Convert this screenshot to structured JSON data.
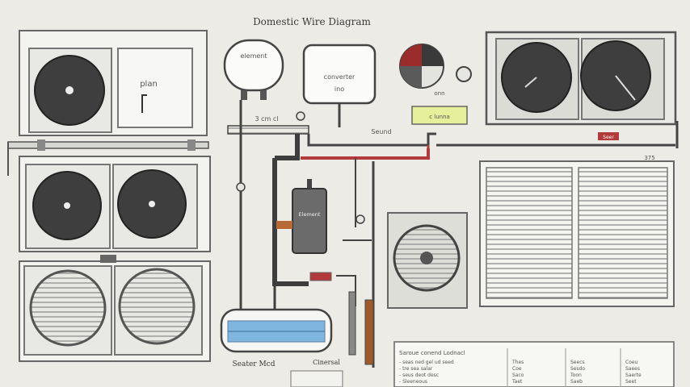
{
  "title": "Domestic Wire Diagram",
  "labels": {
    "round_tank": "element",
    "main_tank": "converter",
    "main_tank_sub": "ino",
    "left_panel": "plan",
    "heat_exchanger": "Element",
    "controller": "c lunna",
    "pipe_tag": "3 cm cl",
    "water_tank_caption": "Seater Mcd",
    "bottom_caption": "Cinersal",
    "branch": "Seund",
    "small_tag": "onn",
    "red_tag": "Seer",
    "top_right_code": "375"
  },
  "table": {
    "header": "Saroue conend Lodnacl",
    "rows": [
      [
        "- seas ned gel ud seed",
        "Thes",
        "Seecs",
        "Coeu"
      ],
      [
        "- tre sea salar",
        "Coe",
        "Sesdo",
        "Saees"
      ],
      [
        "- seus deot desc",
        "Saco",
        "Toon",
        "Saerte"
      ],
      [
        "- Sleeneous",
        "Taet",
        "Saeb",
        "Seet"
      ]
    ]
  },
  "colors": {
    "pipe_dark": "#3d3d3d",
    "pipe_red": "#b23a3a",
    "water_blue": "#7fb6e0",
    "controller_yellow": "#e6ef9a",
    "fan_blade": "#3a3a3a"
  }
}
